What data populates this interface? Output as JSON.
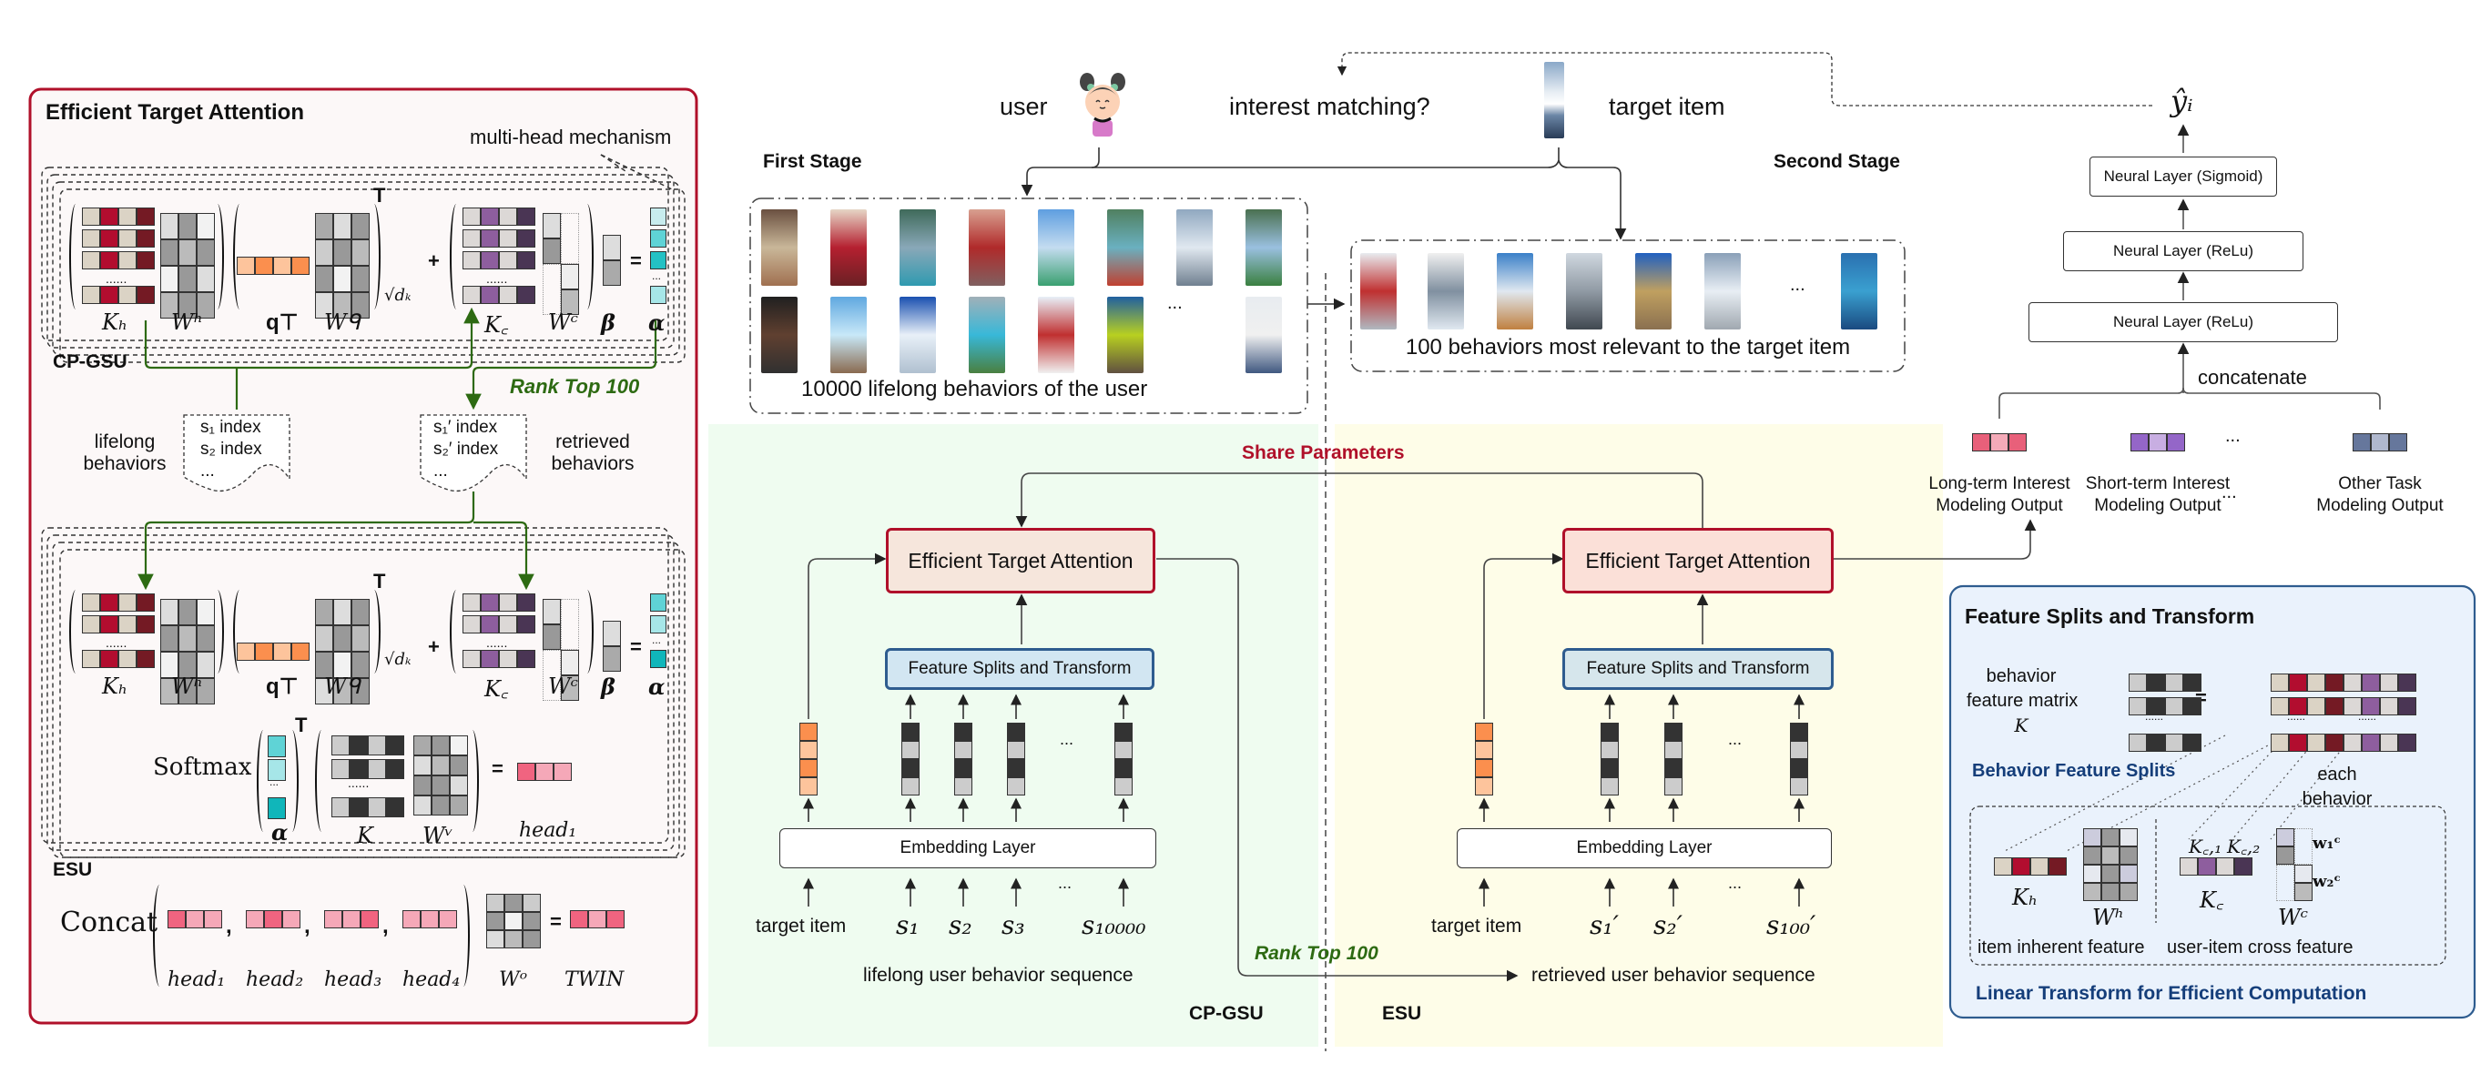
{
  "eta_panel": {
    "title": "Efficient Target Attention",
    "multi_head_label": "multi-head mechanism",
    "cpgsu_label": "CP-GSU",
    "esu_label": "ESU",
    "rank_top_label": "Rank Top 100",
    "lifelong_label_1": "lifelong",
    "lifelong_label_2": "behaviors",
    "retrieved_label_1": "retrieved",
    "retrieved_label_2": "behaviors",
    "index_left": [
      "s₁ index",
      "s₂ index",
      "..."
    ],
    "index_right": [
      "s₁′ index",
      "s₂′ index",
      "..."
    ],
    "symbols": {
      "Kh": "Kₕ",
      "Wh": "Wʰ",
      "qT": "q⊤",
      "Wq": "Wᑫ",
      "Kc": "K꜀",
      "Wc": "Wᶜ",
      "beta": "β",
      "alpha": "α",
      "sqrt_dk": "√dₖ",
      "T": "T",
      "plus": "+",
      "eq": "=",
      "K": "K",
      "Wv": "Wᵛ",
      "head1": "head₁",
      "Wo": "Wᵒ",
      "twin": "TWIN"
    },
    "softmax_label": "Softmax",
    "concat_label": "Concat",
    "heads": [
      "head₁",
      "head₂",
      "head₃",
      "head₄"
    ]
  },
  "top": {
    "user_label": "user",
    "interest_label": "interest matching?",
    "target_label": "target item",
    "output_symbol": "ŷᵢ",
    "first_stage": "First Stage",
    "second_stage": "Second Stage",
    "lifelong_caption": "10000 lifelong behaviors of the user",
    "relevant_caption": "100 behaviors most relevant to the target item",
    "ellipsis": "..."
  },
  "tower": {
    "layers": [
      "Neural Layer (Sigmoid)",
      "Neural Layer (ReLu)",
      "Neural Layer (ReLu)"
    ],
    "concat_label": "concatenate",
    "outputs": [
      {
        "line1": "Long-term Interest",
        "line2": "Modeling Output",
        "colors": [
          "#e8607a",
          "#f4aab8",
          "#e8607a"
        ]
      },
      {
        "line1": "Short-term Interest",
        "line2": "Modeling Output",
        "colors": [
          "#9466c8",
          "#c8aee2",
          "#9466c8"
        ]
      },
      {
        "line1": "Other Task",
        "line2": "Modeling Output",
        "colors": [
          "#66779c",
          "#b0b8ce",
          "#66779c"
        ]
      }
    ],
    "ellipsis": "..."
  },
  "middle": {
    "share_params": "Share Parameters",
    "rank_top": "Rank Top 100",
    "cpgsu": {
      "section": "CP-GSU",
      "eta": "Efficient Target Attention",
      "fst": "Feature Splits and Transform",
      "embedding": "Embedding Layer",
      "inputs": [
        "target item",
        "s₁",
        "s₂",
        "s₃",
        "...",
        "s₁₀₀₀₀"
      ],
      "sequence": "lifelong user behavior sequence"
    },
    "esu": {
      "section": "ESU",
      "eta": "Efficient Target Attention",
      "fst": "Feature Splits and Transform",
      "embedding": "Embedding Layer",
      "inputs": [
        "target item",
        "s₁′",
        "s₂′",
        "...",
        "s₁₀₀′"
      ],
      "sequence": "retrieved user behavior sequence"
    }
  },
  "fst_panel": {
    "title": "Feature Splits and Transform",
    "matrix_label": [
      "behavior",
      "feature matrix",
      "K"
    ],
    "eq": "=",
    "splits_label": "Behavior Feature Splits",
    "each_behavior": [
      "each",
      "behavior"
    ],
    "Kh": "Kₕ",
    "Wh": "Wʰ",
    "Kc": "K꜀",
    "Wc": "Wᶜ",
    "Kc1": "K꜀,₁",
    "Kc2": "K꜀,₂",
    "w1c": "w₁ᶜ",
    "w2c": "w₂ᶜ",
    "item_inherent": "item inherent feature",
    "cross_feature": "user-item cross feature",
    "linear_label": "Linear Transform for Efficient Computation"
  },
  "colors": {
    "eta_border": "#b0102a",
    "eta_bg": "#fcf8f8",
    "green_arrow": "#2d6a12",
    "fst_border": "#2e5c8f",
    "fst_bg": "#eaf2fc",
    "navy_text": "#153e7a",
    "share_red": "#b0102a",
    "cpgsu_bg": "#effcf0",
    "esu_bg": "#fefde8"
  }
}
